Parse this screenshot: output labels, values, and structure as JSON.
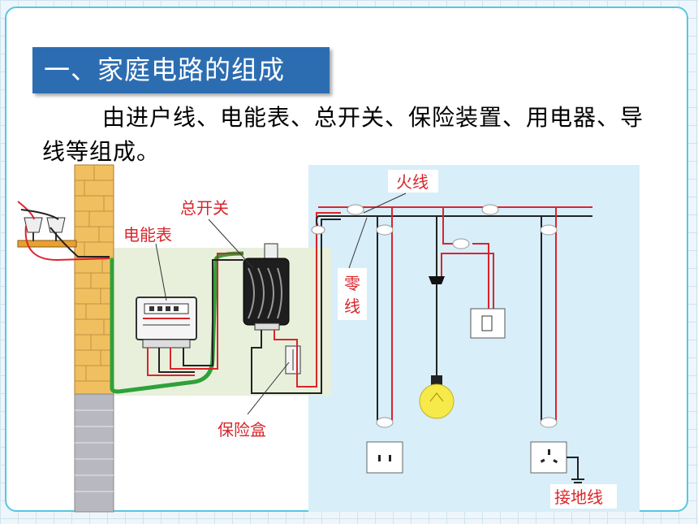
{
  "section_title": "一、家庭电路的组成",
  "intro_text": "由进户线、电能表、总开关、保险装置、用电器、导线等组成。",
  "diagram": {
    "labels": {
      "main_switch": "总开关",
      "meter": "电能表",
      "fuse_box": "保险盒",
      "live_wire": "火线",
      "neutral_wire_1": "零",
      "neutral_wire_2": "线",
      "ground_wire": "接地线"
    },
    "colors": {
      "live": "#d9252b",
      "neutral": "#222222",
      "entry": "#2fa13a",
      "label_text": "#d9252b",
      "title_bg": "#2c6db2"
    }
  }
}
